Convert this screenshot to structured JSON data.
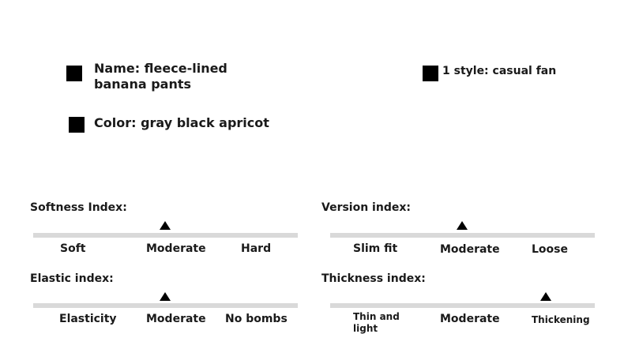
{
  "specs": {
    "name": "Name: fleece-lined banana pants",
    "style": "1 style: casual fan",
    "color": "Color: gray black apricot"
  },
  "indices": [
    {
      "title": "Softness Index:",
      "labels": [
        "Soft",
        "Moderate",
        "Hard"
      ],
      "selected": "Moderate"
    },
    {
      "title": "Version index:",
      "labels": [
        "Slim fit",
        "Moderate",
        "Loose"
      ],
      "selected": "Moderate"
    },
    {
      "title": "Elastic index:",
      "labels": [
        "Elasticity",
        "Moderate",
        "No bombs"
      ],
      "selected": "Moderate"
    },
    {
      "title": "Thickness index:",
      "labels": [
        "Thin and light",
        "Moderate",
        "Thickening"
      ],
      "selected": "Thickening"
    }
  ]
}
